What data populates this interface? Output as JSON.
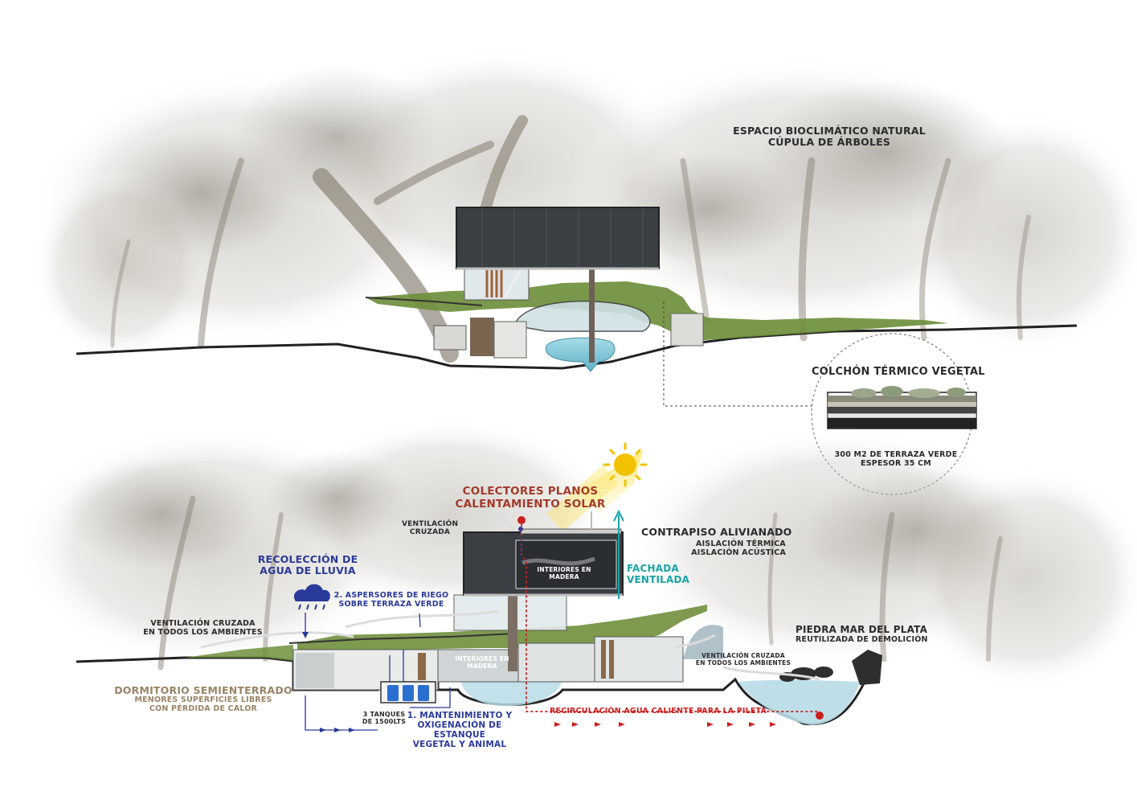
{
  "colors": {
    "label_dark": "#2b2b2b",
    "label_blue": "#2a3a9a",
    "label_red": "#a33a2a",
    "label_teal": "#17a3a8",
    "label_tan": "#9a8466",
    "recirculation_red": "#cc1f1f",
    "grass": "#6f8f3c",
    "water": "#7fc6d8",
    "building_dark": "#3a3f43",
    "sun": "#f2c200"
  },
  "top_section": {
    "dome_title_1": "ESPACIO BIOCLIMÁTICO NATURAL",
    "dome_title_2": "CÚPULA DE ÁRBOLES",
    "detail_title": "COLCHÓN TÉRMICO VEGETAL",
    "detail_caption_1": "300 M2 DE TERRAZA VERDE",
    "detail_caption_2": "ESPESOR 35  CM"
  },
  "bottom_section": {
    "solar_1": "COLECTORES PLANOS",
    "solar_2": "CALENTAMIENTO SOLAR",
    "ventilacion_1": "VENTILACIÓN",
    "ventilacion_2": "CRUZADA",
    "contrapiso": "CONTRAPISO ALIVIANADO",
    "aislacion_termica": "AISLACIÓN TÉRMICA",
    "aislacion_acustica": "AISLACIÓN ACÚSTICA",
    "fachada_1": "FACHADA",
    "fachada_2": "VENTILADA",
    "interiores_upper_1": "INTERIORES EN",
    "interiores_upper_2": "MADERA",
    "interiores_lower_1": "INTERIORES EN",
    "interiores_lower_2": "MADERA",
    "lluvia_1": "RECOLECCIÓN DE",
    "lluvia_2": "AGUA DE LLUVIA",
    "aspersores_1": "2. ASPERSORES DE RIEGO",
    "aspersores_2": "SOBRE TERRAZA VERDE",
    "vent_left_1": "VENTILACIÓN CRUZADA",
    "vent_left_2": "EN TODOS LOS AMBIENTES",
    "piedra_1": "PIEDRA MAR DEL PLATA",
    "piedra_2": "REUTILIZADA DE DEMOLICIÓN",
    "vent_right_1": "VENTILACIÓN CRUZADA",
    "vent_right_2": "EN TODOS LOS AMBIENTES",
    "dormitorio_1": "DORMITORIO SEMIENTERRADO",
    "dormitorio_2": "MENORES SUPERFICIES LIBRES",
    "dormitorio_3": "CON PÉRDIDA DE CALOR",
    "tanques_1": "3 TANQUES",
    "tanques_2": "DE 1500LTS",
    "mant_1": "1. MANTENIMIENTO Y",
    "mant_2": "OXIGENACIÓN DE",
    "mant_3": "ESTANQUE",
    "mant_4": "VEGETAL Y ANIMAL",
    "recirculacion": "RECIRCULACIÓN AGUA CALIENTE PARA LA PILETA"
  }
}
